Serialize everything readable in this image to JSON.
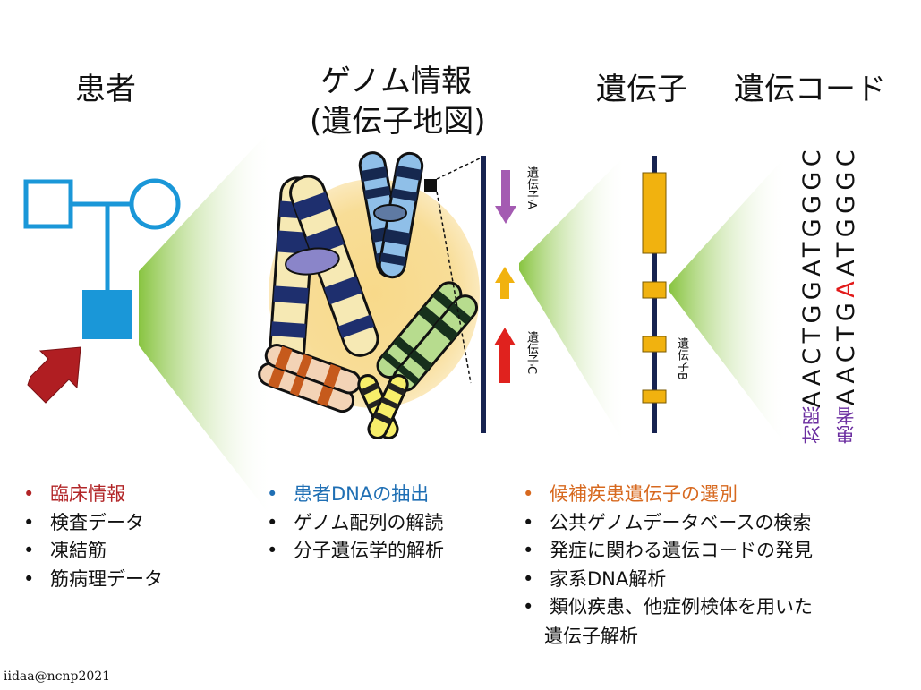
{
  "titles": {
    "patient": "患者",
    "genome_line1": "ゲノム情報",
    "genome_line2": "(遺伝子地図)",
    "gene": "遺伝子",
    "code": "遺伝コード"
  },
  "gene_labels": {
    "A": "遺伝子A",
    "B": "遺伝子B",
    "C": "遺伝子C"
  },
  "sequences": {
    "control_label": "対照",
    "patient_label": "患者",
    "control_seq": "AACTGGATGGGC",
    "patient_seq_before": "AACTG",
    "patient_seq_variant": "A",
    "patient_seq_after": "ATGGGC"
  },
  "lists": {
    "patient": [
      "臨床情報",
      "検査データ",
      "凍結筋",
      "筋病理データ"
    ],
    "genome": [
      "患者DNAの抽出",
      "ゲノム配列の解読",
      "分子遺伝学的解析"
    ],
    "gene": [
      "候補疾患遺伝子の選別",
      "公共ゲノムデータベースの検索",
      "発症に関わる遺伝コードの発見",
      "家系DNA解析",
      "類似疾患、他症例検体を用いた"
    ],
    "gene_continuation": "遺伝子解析"
  },
  "credit": "iidaa@ncnp2021",
  "colors": {
    "pedigree": "#1a97d8",
    "patient_arrow": "#b01e22",
    "highlight_red": "#b22527",
    "highlight_blue": "#1f6fb4",
    "highlight_orange": "#d7691f",
    "label_purple": "#6b2ea0",
    "variant_red": "#e21b1b",
    "gene_yellow": "#f1b20f",
    "genome_line": "#172350",
    "zoom_green": "#8cc63f"
  }
}
